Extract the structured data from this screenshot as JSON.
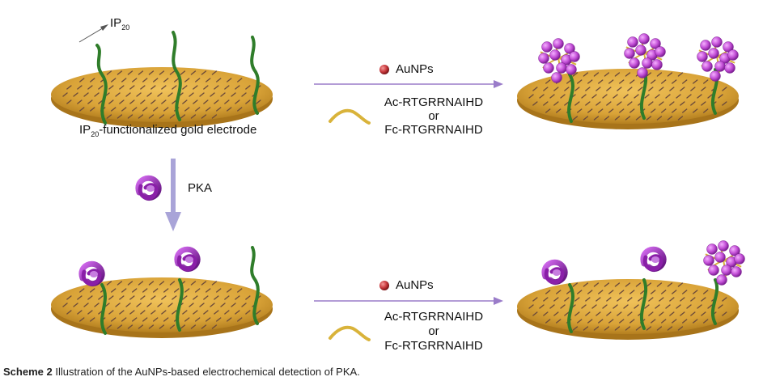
{
  "labels": {
    "ip20_pointer": "IP",
    "ip20_sub": "20",
    "electrode_prefix": "IP",
    "electrode_sub": "20",
    "electrode_suffix": "-functionalized gold electrode",
    "pka": "PKA",
    "top_reagents": {
      "aunps": "AuNPs",
      "ac_peptide": "Ac-RTGRRNAIHD",
      "or": "or",
      "fc_peptide": "Fc-RTGRRNAIHD"
    },
    "bottom_reagents": {
      "aunps": "AuNPs",
      "ac_peptide": "Ac-RTGRRNAIHD",
      "or": "or",
      "fc_peptide": "Fc-RTGRRNAIHD"
    }
  },
  "caption": {
    "label": "Scheme 2",
    "text": "Illustration of the AuNPs-based electrochemical detection of PKA."
  },
  "colors": {
    "gold_disc": "#d9a338",
    "gold_rim": "#b07a1c",
    "strand_green": "#2f7d2a",
    "dash_marks": "#6b4a3a",
    "aunp_red": "#c8383c",
    "aunp_purple": "#c24ed6",
    "pka_purple": "#8a1fa8",
    "peptide_yellow": "#d9b33a",
    "arrow_purple": "#8b6fc4",
    "down_arrow": "#a9a4d8"
  }
}
